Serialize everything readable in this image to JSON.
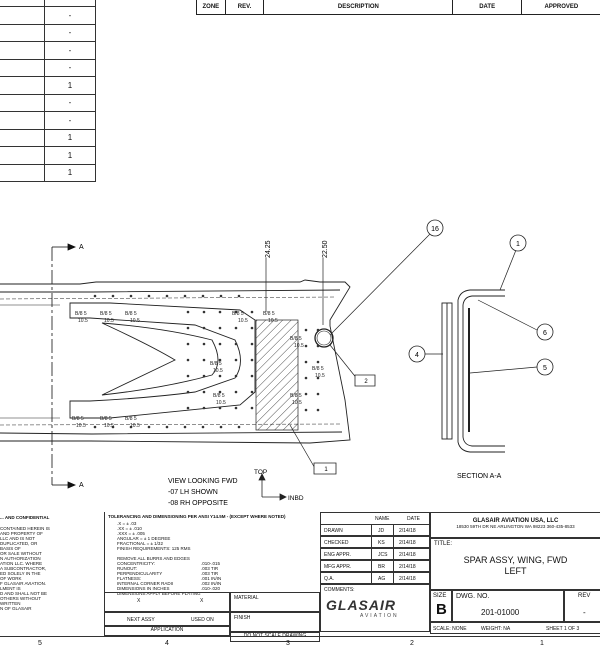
{
  "revision_block": {
    "columns": [
      "ZONE",
      "REV.",
      "DESCRIPTION",
      "DATE",
      "APPROVED"
    ]
  },
  "bom_qty": [
    "-",
    "-",
    "-",
    "-",
    "1",
    "-",
    "-",
    "1",
    "1",
    "1"
  ],
  "drawing": {
    "dim_left": "24.25",
    "dim_right": "22.50",
    "section_marker": "A",
    "balloons_main": [
      "16",
      "2",
      "1"
    ],
    "balloons_section": [
      "1",
      "6",
      "4",
      "5"
    ],
    "rivet_label_top": "B/8 5",
    "rivet_label_bottom": "10.5",
    "view_note_line1": "VIEW LOOKING FWD",
    "view_note_line2": "-07 LH SHOWN",
    "view_note_line3": "-08 RH OPPOSITE",
    "dir_top": "TOP",
    "dir_inbd": "INBD",
    "section_label": "SECTION A-A"
  },
  "title_block": {
    "proprietary_lines": [
      "... AND CONFIDENTIAL",
      "CONTAINED HEREIN IS",
      "AND PROPERTY OF",
      "LLC AND IS NOT",
      "DUPLICATED, OR",
      "BASIS OF",
      "OR SALE WITHOUT",
      "N AUTHORIZATION",
      "ATION LLC. WHERE",
      "A SUBCONTRACTOR,",
      "ED SOLELY IN THE",
      "OF WORK",
      "F GLASAIR AVIATION.",
      "LMENT IS",
      "D AND SHALL NOT BE",
      "OTHERS WITHOUT",
      "WRITTEN",
      "N OF GLASAIR"
    ],
    "tolerance_header": "TOLERANCING AND DIMENSIONING PER ANSI Y14.5M - (EXCEPT WHERE NOTED)",
    "tolerance_lines": [
      ".X     = ± .03",
      ".XX    = ± .010",
      ".XXX   = ± .005",
      "ANGULAR = ± 1 DEGREE",
      "FRACTIONAL = ± 1/32",
      "FINISH REQUIREMENTS: 125  RMS"
    ],
    "tolerance_notes": [
      "REMOVE ALL BURRS AND EDGES",
      "CONCENTRICITY:",
      "RUNOUT:",
      "PERPENDICULARITY",
      "FLATNESS:",
      "INTERNAL CORNER RADII",
      "DIMENSIONS IN INCHES",
      "DIMENSIONS APPLY BEFORE PLATING"
    ],
    "tolerance_values": [
      ".010-.015",
      ".003 TIR",
      ".003 TIR",
      ".001 IN/IN",
      ".002 IN/IN",
      ".010-.020"
    ],
    "x_marks": [
      "X",
      "X"
    ],
    "material_label": "MATERIAL",
    "finish_label": "FINISH",
    "next_assy": "NEXT ASSY",
    "used_on": "USED ON",
    "application": "APPLICATION",
    "no_scale": "DO NOT SCALE DRAWING",
    "approvals_header": [
      "NAME",
      "DATE"
    ],
    "approvals": [
      {
        "role": "DRAWN",
        "name": "JD",
        "date": "2/14/18"
      },
      {
        "role": "CHECKED",
        "name": "KS",
        "date": "2/14/18"
      },
      {
        "role": "ENG APPR.",
        "name": "JCS",
        "date": "2/14/18"
      },
      {
        "role": "MFG APPR.",
        "name": "BR",
        "date": "2/14/18"
      },
      {
        "role": "Q.A.",
        "name": "AG",
        "date": "2/14/18"
      }
    ],
    "comments_label": "COMMENTS:",
    "company_name": "GLASAIR AVIATION USA, LLC",
    "company_address": "18530 59TH DR NE ARLINGTON WA 98223 360-435-8533",
    "title_label": "TITLE:",
    "title_line1": "SPAR ASSY, WING, FWD",
    "title_line2": "LEFT",
    "logo_main": "GLASAIR",
    "logo_sub": "AVIATION",
    "size_label": "SIZE",
    "size_value": "B",
    "dwg_no_label": "DWG.  NO.",
    "dwg_no_value": "201-01000",
    "rev_label": "REV",
    "rev_value": "-",
    "scale": "SCALE: NONE",
    "weight": "WEIGHT: NA",
    "sheet": "SHEET 1 OF 3",
    "zones": [
      "5",
      "4",
      "3",
      "2",
      "1"
    ]
  }
}
